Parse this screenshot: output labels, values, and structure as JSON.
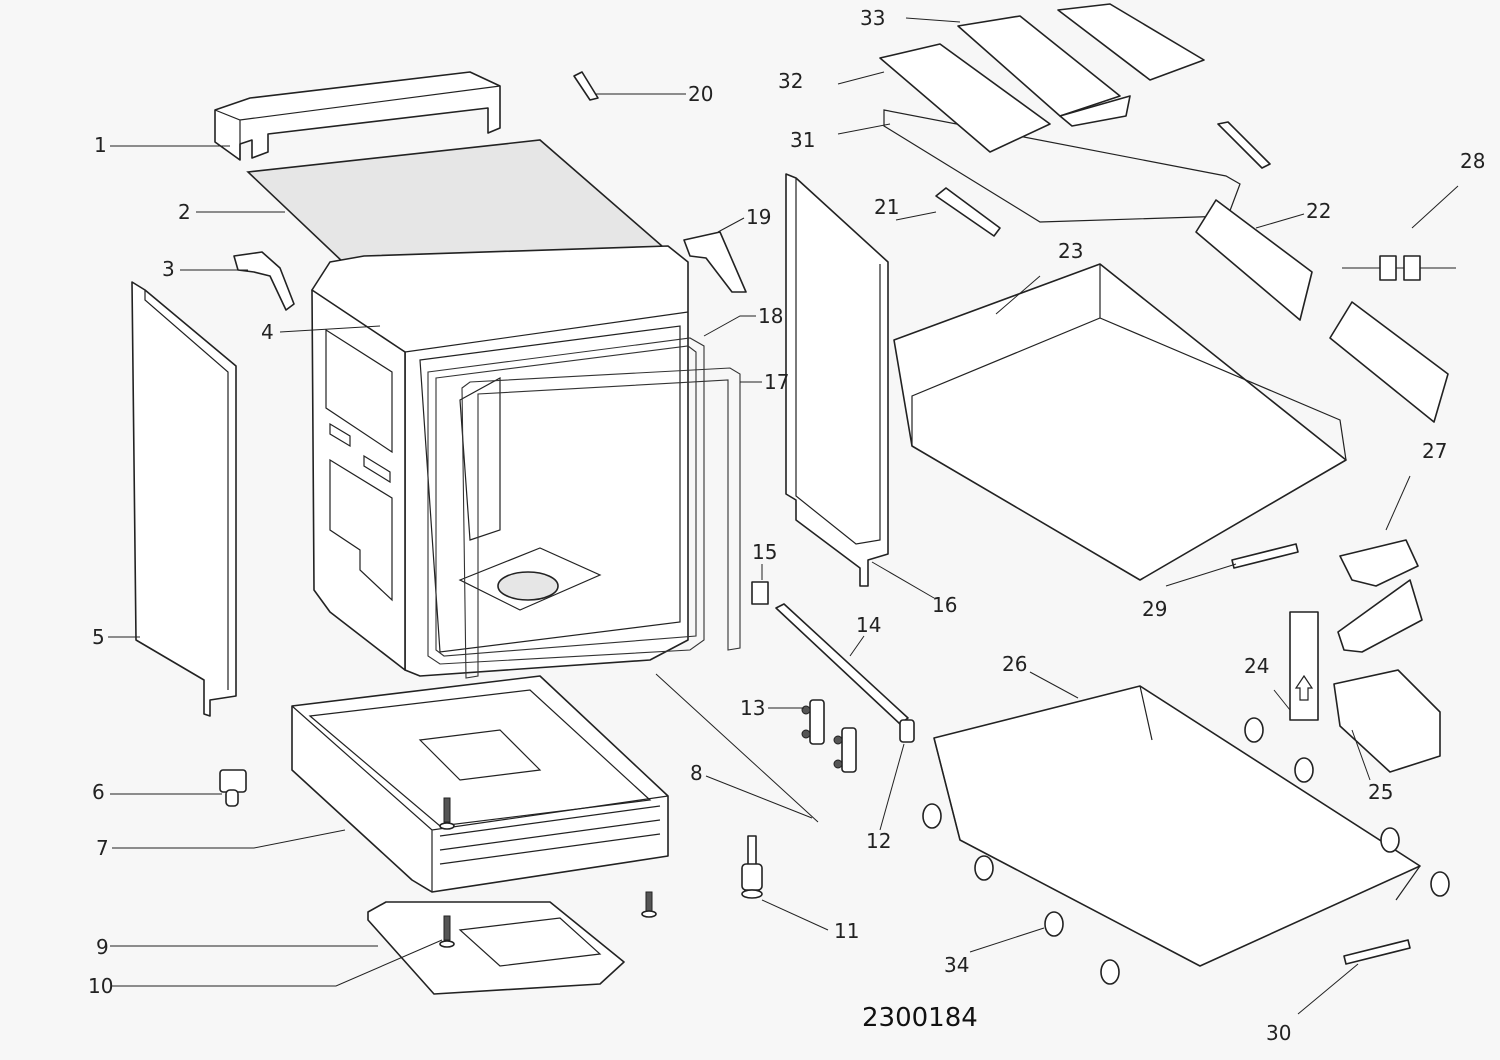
{
  "drawing_number": "2300184",
  "parts": [
    {
      "id": "1",
      "label": "1"
    },
    {
      "id": "2",
      "label": "2"
    },
    {
      "id": "3",
      "label": "3"
    },
    {
      "id": "4",
      "label": "4"
    },
    {
      "id": "5",
      "label": "5"
    },
    {
      "id": "6",
      "label": "6"
    },
    {
      "id": "7",
      "label": "7"
    },
    {
      "id": "8",
      "label": "8"
    },
    {
      "id": "9",
      "label": "9"
    },
    {
      "id": "10",
      "label": "10"
    },
    {
      "id": "11",
      "label": "11"
    },
    {
      "id": "12",
      "label": "12"
    },
    {
      "id": "13",
      "label": "13"
    },
    {
      "id": "14",
      "label": "14"
    },
    {
      "id": "15",
      "label": "15"
    },
    {
      "id": "16",
      "label": "16"
    },
    {
      "id": "17",
      "label": "17"
    },
    {
      "id": "18",
      "label": "18"
    },
    {
      "id": "19",
      "label": "19"
    },
    {
      "id": "20",
      "label": "20"
    },
    {
      "id": "21",
      "label": "21"
    },
    {
      "id": "22",
      "label": "22"
    },
    {
      "id": "23",
      "label": "23"
    },
    {
      "id": "24",
      "label": "24"
    },
    {
      "id": "25",
      "label": "25"
    },
    {
      "id": "26",
      "label": "26"
    },
    {
      "id": "27",
      "label": "27"
    },
    {
      "id": "28",
      "label": "28"
    },
    {
      "id": "29",
      "label": "29"
    },
    {
      "id": "30",
      "label": "30"
    },
    {
      "id": "31",
      "label": "31"
    },
    {
      "id": "32",
      "label": "32"
    },
    {
      "id": "33",
      "label": "33"
    },
    {
      "id": "34",
      "label": "34"
    }
  ]
}
